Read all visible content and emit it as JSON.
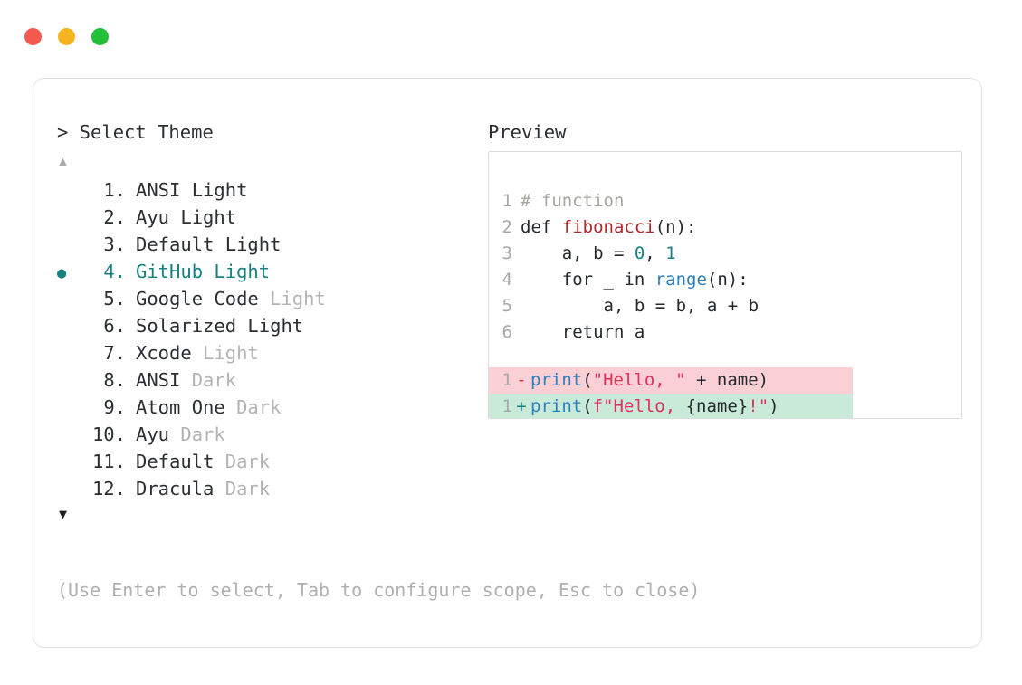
{
  "window": {
    "traffic_lights": [
      {
        "name": "close",
        "color": "#f4584f"
      },
      {
        "name": "minimize",
        "color": "#f5b320"
      },
      {
        "name": "maximize",
        "color": "#22bf38"
      }
    ]
  },
  "left_pane": {
    "title": "> Select Theme",
    "scroll_up": "▲",
    "scroll_down": "▼",
    "selected_index": 4,
    "selected_color": "#17817f",
    "bullet": "●",
    "items": [
      {
        "index": "1.",
        "name": "ANSI",
        "variant": "Light",
        "variant_dim": false,
        "selected": false
      },
      {
        "index": "2.",
        "name": "Ayu",
        "variant": "Light",
        "variant_dim": false,
        "selected": false
      },
      {
        "index": "3.",
        "name": "Default",
        "variant": "Light",
        "variant_dim": false,
        "selected": false
      },
      {
        "index": "4.",
        "name": "GitHub",
        "variant": "Light",
        "variant_dim": false,
        "selected": true
      },
      {
        "index": "5.",
        "name": "Google Code",
        "variant": "Light",
        "variant_dim": true,
        "selected": false
      },
      {
        "index": "6.",
        "name": "Solarized",
        "variant": "Light",
        "variant_dim": false,
        "selected": false
      },
      {
        "index": "7.",
        "name": "Xcode",
        "variant": "Light",
        "variant_dim": true,
        "selected": false
      },
      {
        "index": "8.",
        "name": "ANSI",
        "variant": "Dark",
        "variant_dim": true,
        "selected": false
      },
      {
        "index": "9.",
        "name": "Atom One",
        "variant": "Dark",
        "variant_dim": true,
        "selected": false
      },
      {
        "index": "10.",
        "name": "Ayu",
        "variant": "Dark",
        "variant_dim": true,
        "selected": false
      },
      {
        "index": "11.",
        "name": "Default",
        "variant": "Dark",
        "variant_dim": true,
        "selected": false
      },
      {
        "index": "12.",
        "name": "Dracula",
        "variant": "Dark",
        "variant_dim": true,
        "selected": false
      }
    ]
  },
  "right_pane": {
    "title": "Preview",
    "code_lines": [
      {
        "number": "1",
        "tokens": [
          {
            "t": "# function",
            "c": "tok-comment"
          }
        ]
      },
      {
        "number": "2",
        "tokens": [
          {
            "t": "def ",
            "c": "tok-plain"
          },
          {
            "t": "fibonacci",
            "c": "tok-func"
          },
          {
            "t": "(n):",
            "c": "tok-plain"
          }
        ]
      },
      {
        "number": "3",
        "tokens": [
          {
            "t": "    a, b = ",
            "c": "tok-plain"
          },
          {
            "t": "0",
            "c": "tok-num"
          },
          {
            "t": ", ",
            "c": "tok-plain"
          },
          {
            "t": "1",
            "c": "tok-num"
          }
        ]
      },
      {
        "number": "4",
        "tokens": [
          {
            "t": "    for _ in ",
            "c": "tok-plain"
          },
          {
            "t": "range",
            "c": "tok-builtin"
          },
          {
            "t": "(n):",
            "c": "tok-plain"
          }
        ]
      },
      {
        "number": "5",
        "tokens": [
          {
            "t": "        a, b = b, a + b",
            "c": "tok-plain"
          }
        ]
      },
      {
        "number": "6",
        "tokens": [
          {
            "t": "    return a",
            "c": "tok-plain"
          }
        ]
      }
    ],
    "diff_lines": [
      {
        "number": "1",
        "sign": "-",
        "kind": "del",
        "bg": "#fbd0d4",
        "tokens": [
          {
            "t": "print",
            "c": "tok-print"
          },
          {
            "t": "(",
            "c": "tok-plain"
          },
          {
            "t": "\"Hello, \"",
            "c": "tok-str"
          },
          {
            "t": " + name)",
            "c": "tok-plain"
          }
        ]
      },
      {
        "number": "1",
        "sign": "+",
        "kind": "add",
        "bg": "#c9ead9",
        "tokens": [
          {
            "t": "print",
            "c": "tok-print"
          },
          {
            "t": "(",
            "c": "tok-plain"
          },
          {
            "t": "f\"Hello, ",
            "c": "tok-str"
          },
          {
            "t": "{name}",
            "c": "tok-plain"
          },
          {
            "t": "!\"",
            "c": "tok-str"
          },
          {
            "t": ")",
            "c": "tok-plain"
          }
        ]
      }
    ]
  },
  "footer": {
    "hint": "(Use Enter to select, Tab to configure scope, Esc to close)"
  }
}
